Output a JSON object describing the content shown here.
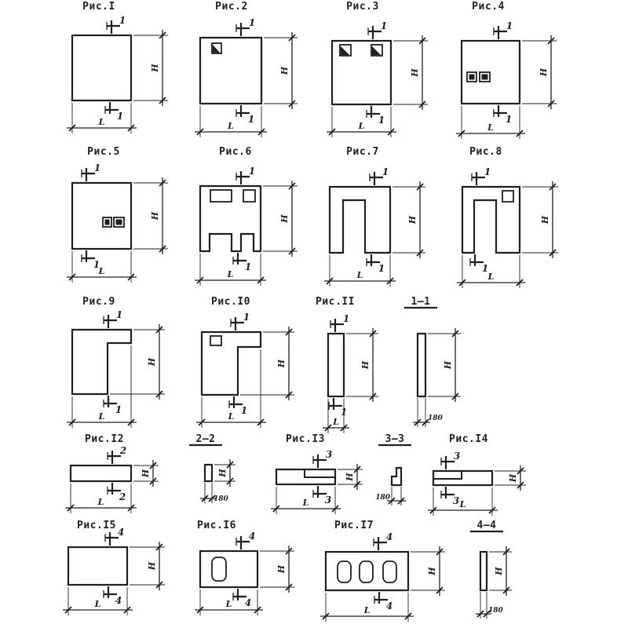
{
  "sheet": {
    "background": "#ffffff",
    "ink": "#1f1f1f"
  },
  "dim_labels": {
    "height": "H",
    "length": "L"
  },
  "figures": {
    "fig1": {
      "label": "Рис.I",
      "mark": "1"
    },
    "fig2": {
      "label": "Рис.2",
      "mark": "1"
    },
    "fig3": {
      "label": "Рис.3",
      "mark": "1"
    },
    "fig4": {
      "label": "Рис.4",
      "mark": "1"
    },
    "fig5": {
      "label": "Рис.5",
      "mark": "1"
    },
    "fig6": {
      "label": "Рис.6",
      "mark": "1"
    },
    "fig7": {
      "label": "Рис.7",
      "mark": "1"
    },
    "fig8": {
      "label": "Рис.8",
      "mark": "1"
    },
    "fig9": {
      "label": "Рис.9",
      "mark": "1"
    },
    "fig10": {
      "label": "Рис.I0",
      "mark": "1"
    },
    "fig11": {
      "label": "Рис.II",
      "mark": "1"
    },
    "fig12": {
      "label": "Рис.I2",
      "mark": "2"
    },
    "fig13": {
      "label": "Рис.I3",
      "mark": "3"
    },
    "fig14": {
      "label": "Рис.I4",
      "mark": "3"
    },
    "fig15": {
      "label": "Рис.I5",
      "mark": "4"
    },
    "fig16": {
      "label": "Рис.I6",
      "mark": "4"
    },
    "fig17": {
      "label": "Рис.I7",
      "mark": "4"
    },
    "sec1": {
      "label": "1—1",
      "thickness": "180"
    },
    "sec2": {
      "label": "2—2",
      "thickness": "180"
    },
    "sec3": {
      "label": "3—3",
      "thickness": "180"
    },
    "sec4": {
      "label": "4—4",
      "thickness": "180"
    }
  }
}
